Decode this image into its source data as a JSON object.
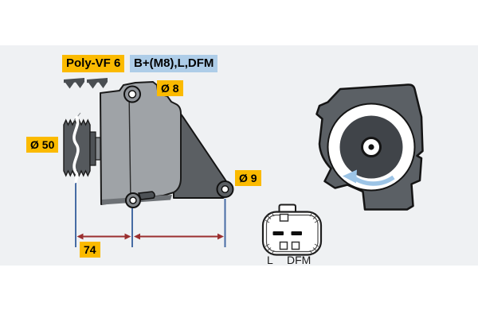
{
  "labels": {
    "belt_type": "Poly-VF 6",
    "terminals": "B+(M8),L,DFM",
    "hole_top": "Ø 8",
    "pulley_diameter": "Ø 50",
    "hole_bracket": "Ø 9",
    "dimension_span": "74",
    "connector_pin_left": "L",
    "connector_pin_right": "DFM"
  },
  "colors": {
    "panel_background": "#eff1f3",
    "callout_yellow": "#fbba00",
    "callout_blue": "#aecde8",
    "dimension_line_blue": "#476ca4",
    "dimension_arrow_red": "#9b2f2f",
    "rotation_arrow_blue": "#9cc4e6",
    "body_light_gray": "#9fa3a7",
    "body_dark_gray": "#5b5f63"
  },
  "icons": {
    "belt_profile": "poly-v-belt-profile-icon",
    "rotation": "rotation-direction-arrow-icon"
  }
}
